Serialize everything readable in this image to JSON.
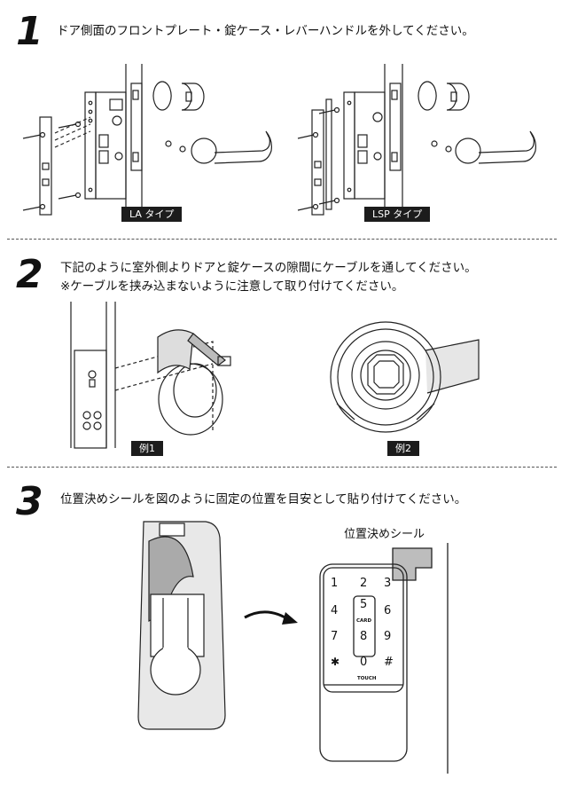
{
  "steps": [
    {
      "number": "1",
      "text": "ドア側面のフロントプレート・錠ケース・レバーハンドルを外してください。",
      "tags": [
        "LA タイプ",
        "LSP タイプ"
      ]
    },
    {
      "number": "2",
      "line1": "下記のように室外側よりドアと錠ケースの隙間にケーブルを通してください。",
      "line2": "※ケーブルを挟み込まないように注意して取り付けてください。",
      "tags": [
        "例1",
        "例2"
      ]
    },
    {
      "number": "3",
      "text": "位置決めシールを図のように固定の位置を目安として貼り付けてください。",
      "seal_label": "位置決めシール"
    }
  ],
  "keypad": {
    "keys": [
      "1",
      "2",
      "3",
      "4",
      "5",
      "6",
      "7",
      "8",
      "9",
      "✱",
      "0",
      "#"
    ],
    "card_label": "CARD",
    "touch_label": "TOUCH"
  }
}
